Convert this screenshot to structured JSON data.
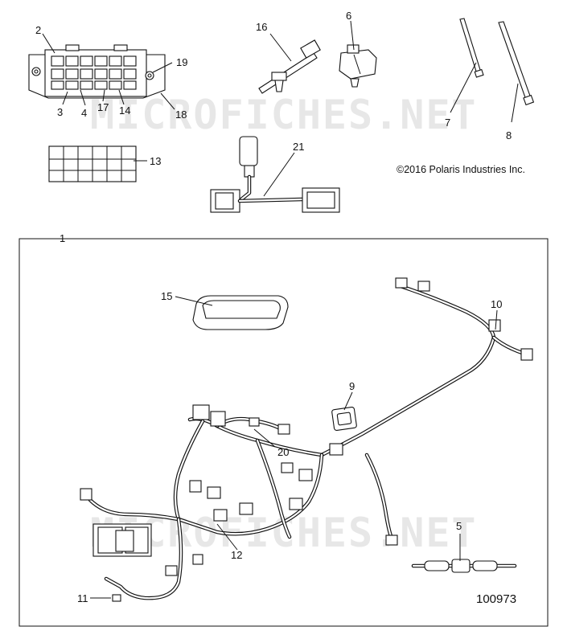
{
  "copyright": "©2016 Polaris Industries Inc.",
  "figure_number": "100973",
  "watermark": "MICROFICHES.NET",
  "callouts": [
    "1",
    "2",
    "3",
    "4",
    "5",
    "6",
    "7",
    "8",
    "9",
    "10",
    "11",
    "12",
    "13",
    "14",
    "15",
    "16",
    "17",
    "18",
    "19",
    "20",
    "21"
  ]
}
